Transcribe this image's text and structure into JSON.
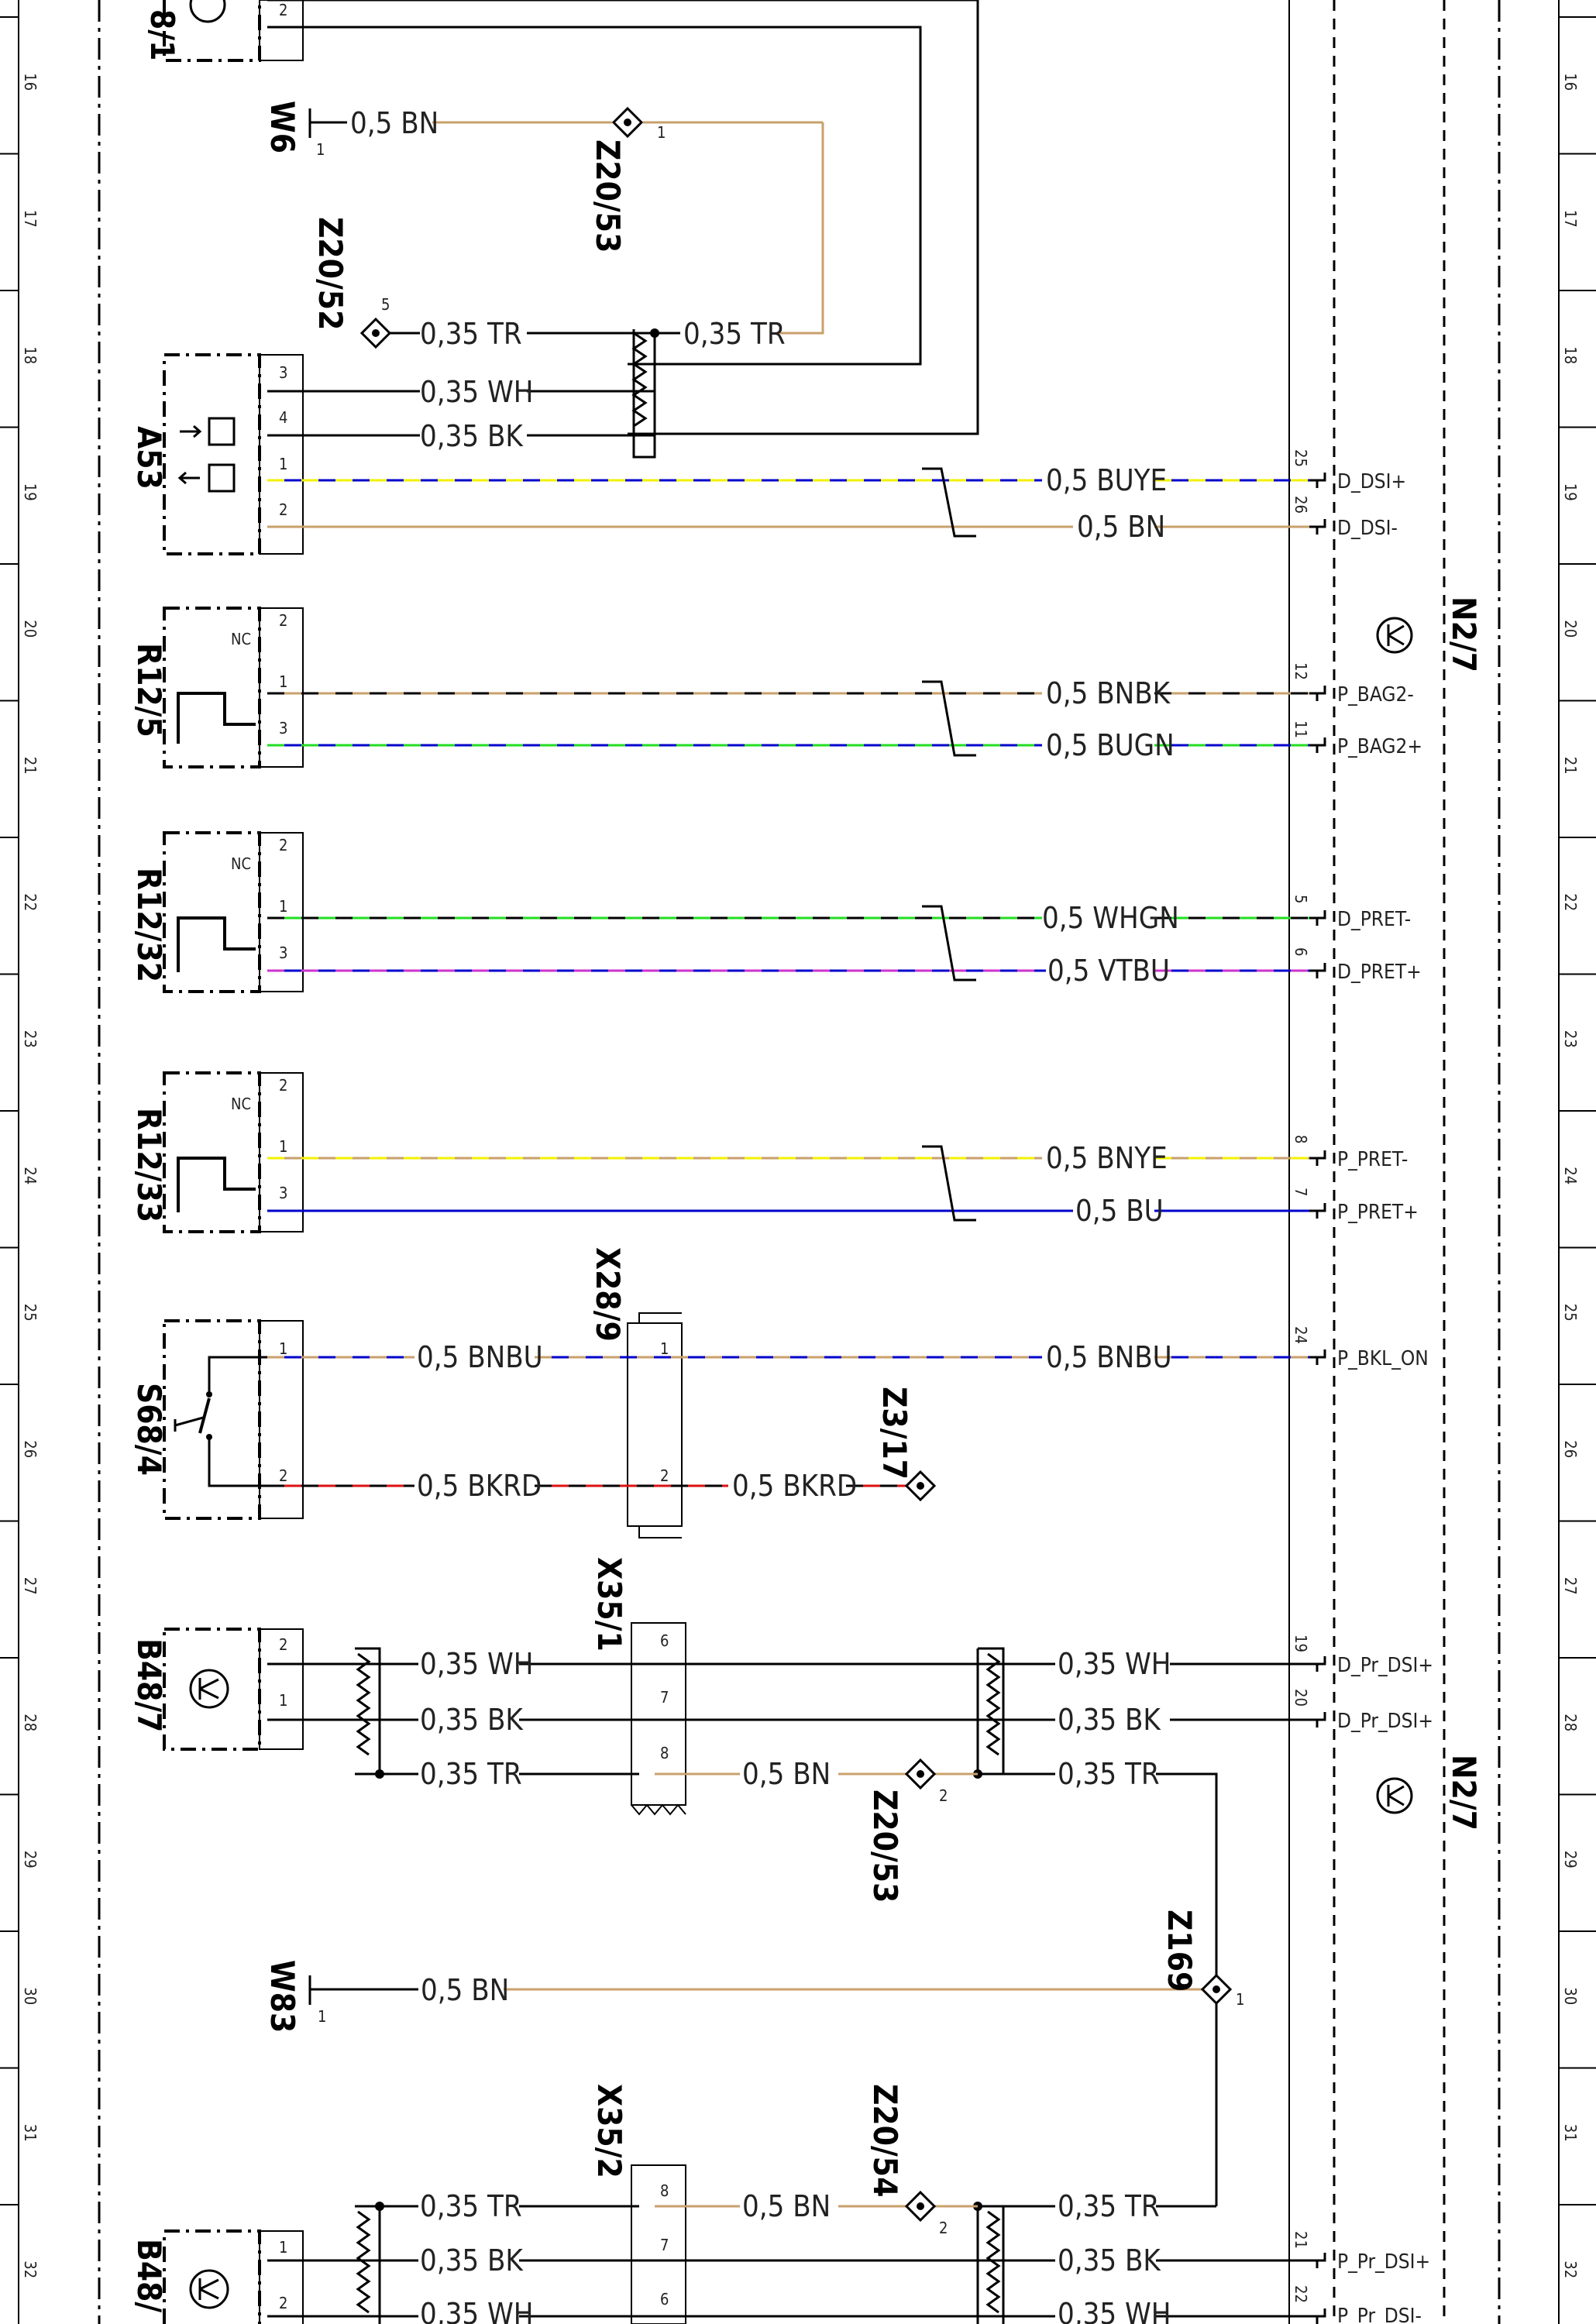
{
  "row_numbers": [
    "16",
    "17",
    "18",
    "19",
    "20",
    "21",
    "22",
    "23",
    "24",
    "25",
    "26",
    "27",
    "28",
    "29",
    "30",
    "31",
    "32"
  ],
  "colors": {
    "BN": "#c9a06c",
    "BK": "#000000",
    "WH": "#000000",
    "TR": "#c9a06c",
    "BU": "#0000cc",
    "YE": "#f2f200",
    "GN": "#22dd22",
    "VT": "#cc33cc",
    "RD": "#dd1111"
  },
  "components": {
    "B48_1": "8/1",
    "W6": "W6",
    "Z20_53_top": "Z20/53",
    "Z20_52": "Z20/52",
    "A53": "A53",
    "R12_5": "R12/5",
    "R12_32": "R12/32",
    "R12_33": "R12/33",
    "S68_4": "S68/4",
    "X28_9": "X28/9",
    "Z3_17": "Z3/17",
    "X35_1": "X35/1",
    "B48_7": "B48/7",
    "Z20_53_bottom": "Z20/53",
    "W83": "W83",
    "Z169": "Z169",
    "X35_2": "X35/2",
    "Z20_54": "Z20/54",
    "B48_bottom": "B48/",
    "N2_7_a": "N2/7",
    "N2_7_b": "N2/7"
  },
  "pin_labels": {
    "nc": "NC",
    "p1": "1",
    "p2": "2",
    "p3": "3",
    "p4": "4",
    "p5": "5",
    "p6": "6",
    "p7": "7",
    "p8": "8",
    "p11": "11",
    "p12": "12",
    "p19": "19",
    "p20": "20",
    "p21": "21",
    "p22": "22",
    "p24": "24",
    "p25": "25",
    "p26": "26"
  },
  "wire_labels": {
    "bn05": "0,5 BN",
    "tr035": "0,35 TR",
    "wh035": "0,35 WH",
    "bk035": "0,35 BK",
    "buye05": "0,5 BUYE",
    "bnbk05": "0,5 BNBK",
    "bugn05": "0,5 BUGN",
    "whgn05": "0,5 WHGN",
    "vtbu05": "0,5 VTBU",
    "bnye05": "0,5 BNYE",
    "bu05": "0,5 BU",
    "bnbu05": "0,5 BNBU",
    "bkrd05": "0,5 BKRD"
  },
  "signals": {
    "d_dsi_plus": "D_DSI+",
    "d_dsi_minus": "D_DSI-",
    "p_bag2_minus": "P_BAG2-",
    "p_bag2_plus": "P_BAG2+",
    "d_pret_minus": "D_PRET-",
    "d_pret_plus": "D_PRET+",
    "p_pret_minus": "P_PRET-",
    "p_pret_plus": "P_PRET+",
    "p_bkl_on": "P_BKL_ON",
    "d_pr_dsi_plus": "D_Pr_DSI+",
    "p_pr_dsi_plus": "P_Pr_DSI+",
    "p_pr_dsi_minus": "P_Pr_DSI-"
  }
}
